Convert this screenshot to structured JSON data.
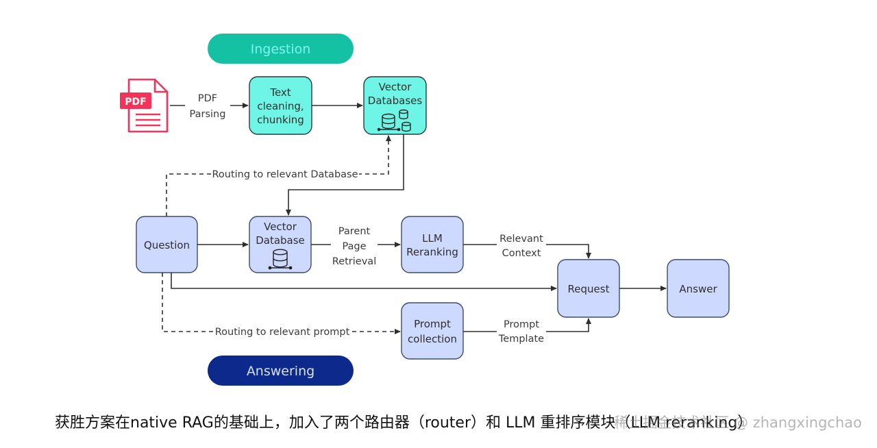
{
  "pills": {
    "ingestion": "Ingestion",
    "answering": "Answering"
  },
  "colors": {
    "ingestion_pill": "#14c2a3",
    "ingestion_text": "#7df7ee",
    "answering_pill": "#0b2a8c",
    "answering_text": "#d8e2ff",
    "teal_node": "#6ff5e6",
    "blue_node": "#ced9ff",
    "pdf_icon": "#f2345a"
  },
  "nodes": {
    "text_cleaning": [
      "Text",
      "cleaning,",
      "chunking"
    ],
    "vector_databases": [
      "Vector",
      "Databases"
    ],
    "question": [
      "Question"
    ],
    "vector_database": [
      "Vector",
      "Database"
    ],
    "llm_reranking": [
      "LLM",
      "Reranking"
    ],
    "request": [
      "Request"
    ],
    "answer": [
      "Answer"
    ],
    "prompt_collection": [
      "Prompt",
      "collection"
    ]
  },
  "edge_labels": {
    "pdf_parsing": [
      "PDF",
      "Parsing"
    ],
    "routing_database": "Routing to relevant Database",
    "parent_page_retrieval": [
      "Parent",
      "Page",
      "Retrieval"
    ],
    "relevant_context": [
      "Relevant",
      "Context"
    ],
    "routing_prompt": "Routing to relevant prompt",
    "prompt_template": [
      "Prompt",
      "Template"
    ]
  },
  "icons": {
    "pdf": "pdf-file-icon",
    "pdf_label": "PDF",
    "vector_databases": "database-cluster-icon",
    "vector_database": "database-icon"
  },
  "caption": "获胜方案在native RAG的基础上，加入了两个路由器（router）和 LLM 重排序模块（LLM reranking）",
  "watermark": "稀土掘金技术社区 @ zhangxingchao"
}
